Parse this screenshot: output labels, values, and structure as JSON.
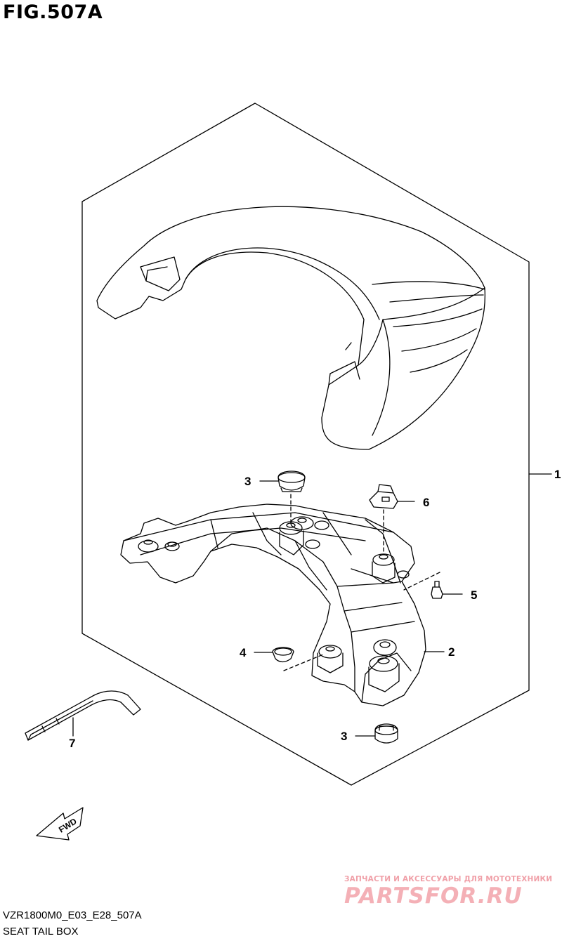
{
  "figure": {
    "title": "FIG.507A"
  },
  "callouts": {
    "c1": "1",
    "c2": "2",
    "c3a": "3",
    "c3b": "3",
    "c4": "4",
    "c5": "5",
    "c6": "6",
    "c7": "7"
  },
  "fwd_label": "FWD",
  "footer": {
    "code": "VZR1800M0_E03_E28_507A",
    "name": "SEAT TAIL BOX"
  },
  "watermark": {
    "tagline": "ЗАПЧАСТИ И АКСЕССУАРЫ ДЛЯ МОТОТЕХНИКИ",
    "logo": "PARTSFOR.RU"
  }
}
